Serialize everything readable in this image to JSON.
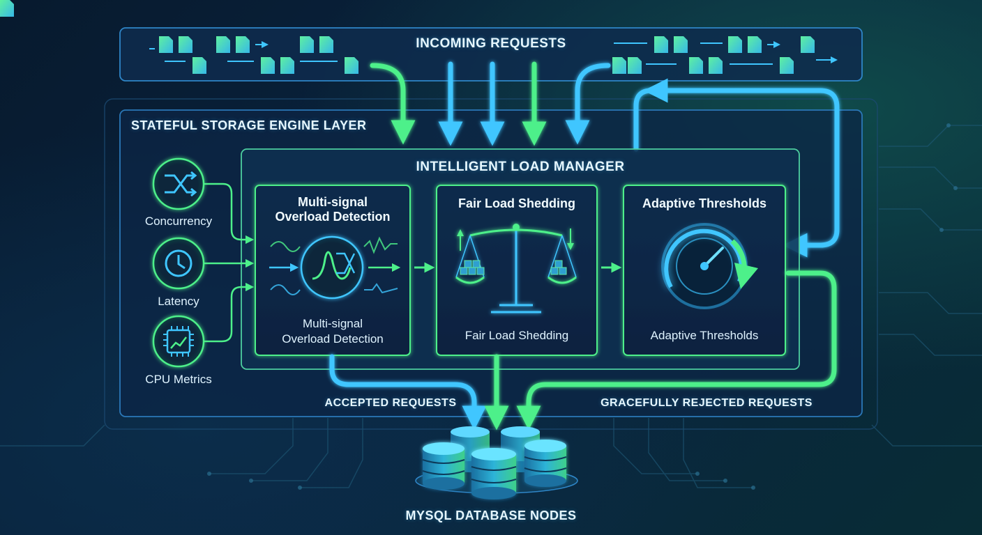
{
  "incoming": {
    "title": "INCOMING REQUESTS"
  },
  "engine_layer": {
    "title": "STATEFUL STORAGE ENGINE LAYER"
  },
  "load_manager": {
    "title": "INTELLIGENT LOAD MANAGER"
  },
  "signals": [
    {
      "label": "Concurrency",
      "icon": "shuffle-icon"
    },
    {
      "label": "Latency",
      "icon": "clock-icon"
    },
    {
      "label": "CPU Metrics",
      "icon": "cpu-chip-icon"
    }
  ],
  "modules": {
    "detection": {
      "title_line1": "Multi-signal",
      "title_line2": "Overload Detection",
      "caption_line1": "Multi-signal",
      "caption_line2": "Overload Detection",
      "icon": "waveform-icon"
    },
    "shedding": {
      "title": "Fair Load Shedding",
      "caption": "Fair Load Shedding",
      "icon": "balance-scale-icon"
    },
    "thresholds": {
      "title": "Adaptive Thresholds",
      "caption": "Adaptive Thresholds",
      "icon": "gauge-icon"
    }
  },
  "flows": {
    "accepted": "ACCEPTED REQUESTS",
    "rejected": "GRACEFULLY REJECTED REQUESTS"
  },
  "database": {
    "title": "MYSQL DATABASE NODES",
    "icon": "database-cluster-icon"
  },
  "colors": {
    "cyan": "#3fc6ff",
    "green": "#4df08a",
    "panel": "#0d2a4a",
    "border": "#2f7fc0"
  }
}
